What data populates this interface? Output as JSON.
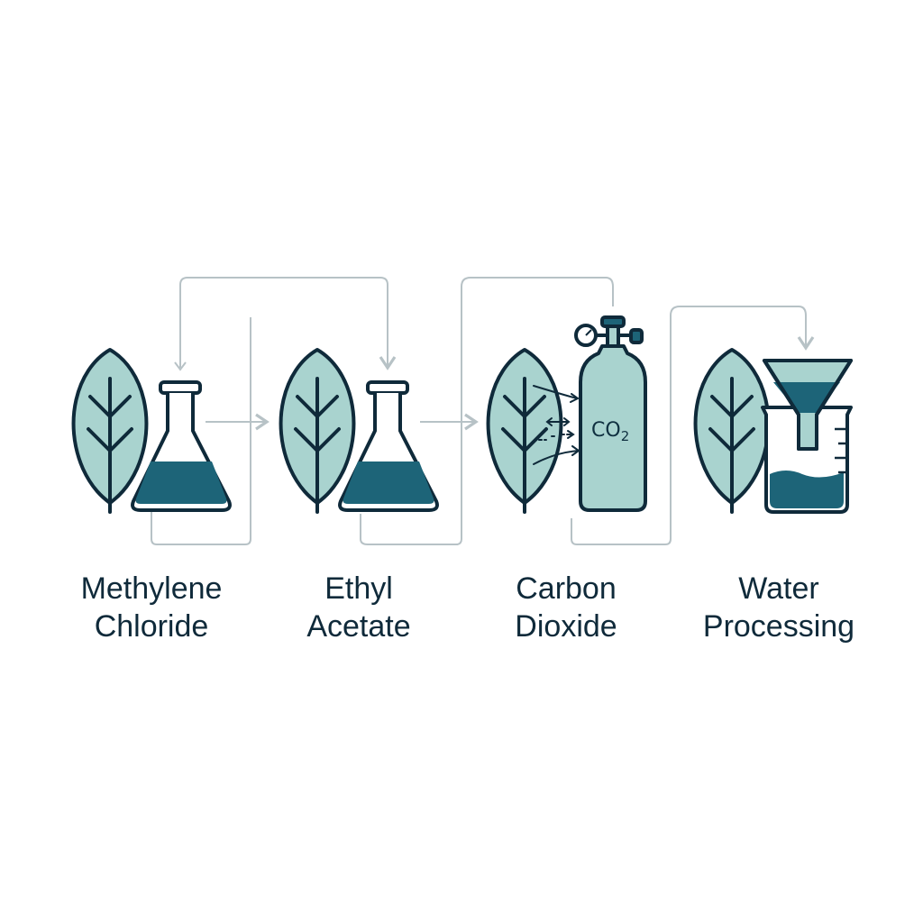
{
  "stages": [
    {
      "id": "methylene",
      "line1": "Methylene",
      "line2": "Chloride"
    },
    {
      "id": "ethyl",
      "line1": "Ethyl",
      "line2": "Acetate"
    },
    {
      "id": "co2",
      "line1": "Carbon",
      "line2": "Dioxide"
    },
    {
      "id": "water",
      "line1": "Water",
      "line2": "Processing"
    }
  ],
  "tank_label": "CO",
  "tank_label_sub": "2",
  "colors": {
    "outline": "#0f2a3a",
    "leaf_fill": "#a9d3cf",
    "liquid": "#1d6478",
    "connector": "#b7c2c6",
    "text": "#0f2a3a"
  },
  "icons": [
    "leaf-icon",
    "flask-icon",
    "gas-cylinder-icon",
    "funnel-icon",
    "beaker-icon",
    "arrow-icon"
  ]
}
